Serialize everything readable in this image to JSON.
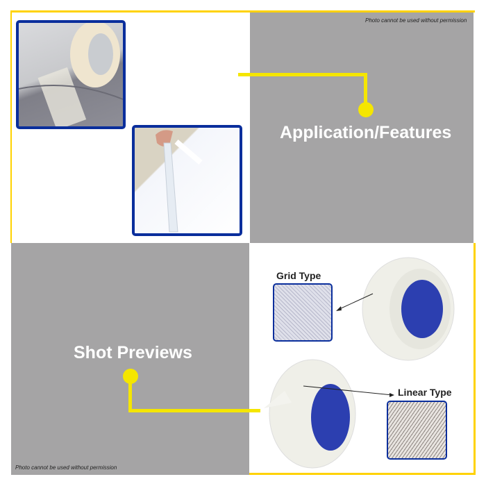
{
  "notice_top": "Photo cannot be used without permission",
  "notice_bottom": "Photo cannot be used without permission",
  "section_application": {
    "title": "Application/Features"
  },
  "section_previews": {
    "title": "Shot Previews"
  },
  "types": {
    "grid": "Grid Type",
    "linear": "Linear Type"
  },
  "colors": {
    "frame": "#ffd200",
    "panel": "#a5a4a5",
    "photo_border": "#0a2e9c",
    "connector": "#f5e600"
  }
}
